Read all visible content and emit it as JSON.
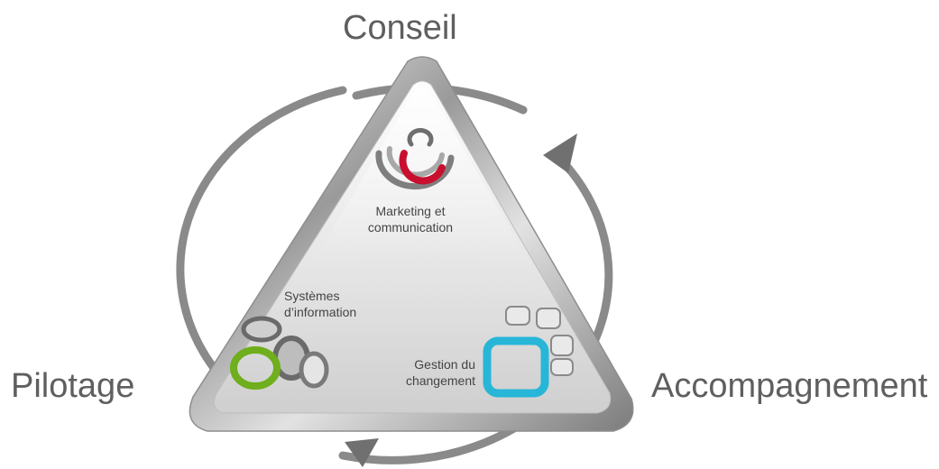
{
  "labels": {
    "top": "Conseil",
    "left": "Pilotage",
    "right": "Accompagnement"
  },
  "segments": {
    "marketing": {
      "line1": "Marketing et",
      "line2": "communication"
    },
    "systemes": {
      "line1": "Systèmes",
      "line2": "d’information"
    },
    "gestion": {
      "line1": "Gestion du",
      "line2": "changement"
    }
  },
  "colors": {
    "text": "#5f5f5f",
    "arrow": "#707070",
    "accent_red": "#c8102e",
    "accent_green": "#6fae1c",
    "accent_cyan": "#27b6d8"
  },
  "icons": {
    "marketing": "swirl-icon",
    "systemes": "rings-icon",
    "gestion": "squares-icon"
  }
}
